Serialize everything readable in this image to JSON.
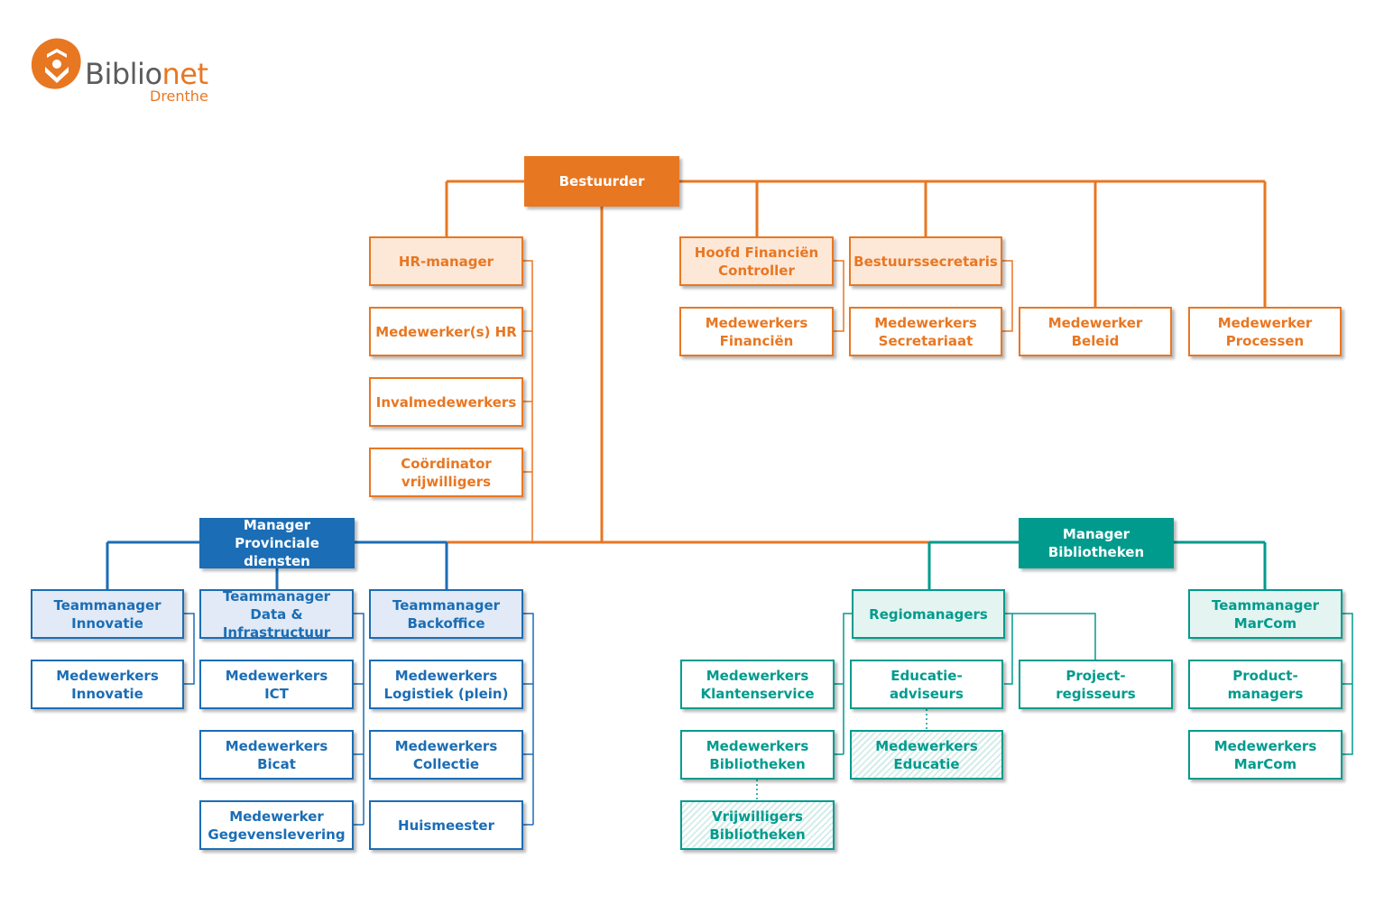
{
  "logo": {
    "name_part1": "Biblio",
    "name_part2": "net",
    "subtitle": "Drenthe"
  },
  "colors": {
    "orange": "#e87722",
    "blue": "#1b6db5",
    "teal": "#009b8d"
  },
  "nodes": {
    "bestuurder": "Bestuurder",
    "hr_manager": "HR-manager",
    "medewerkers_hr": "Medewerker(s) HR",
    "invalmedewerkers": "Invalmedewerkers",
    "coordinator_vrijwilligers": "Coördinator\nvrijwilligers",
    "hoofd_financien": "Hoofd Financiën\nController",
    "medewerkers_financien": "Medewerkers\nFinanciën",
    "bestuurssecretaris": "Bestuurssecretaris",
    "medewerkers_secretariaat": "Medewerkers\nSecretariaat",
    "medewerker_beleid": "Medewerker\nBeleid",
    "medewerker_processen": "Medewerker\nProcessen",
    "manager_provinciale": "Manager\nProvinciale diensten",
    "teammanager_innovatie": "Teammanager\nInnovatie",
    "medewerkers_innovatie": "Medewerkers\nInnovatie",
    "teammanager_data": "Teammanager\nData & Infrastructuur",
    "medewerkers_ict": "Medewerkers\nICT",
    "medewerkers_bicat": "Medewerkers\nBicat",
    "medewerker_gegevens": "Medewerker\nGegevenslevering",
    "teammanager_backoffice": "Teammanager\nBackoffice",
    "medewerkers_logistiek": "Medewerkers\nLogistiek (plein)",
    "medewerkers_collectie": "Medewerkers\nCollectie",
    "huismeester": "Huismeester",
    "manager_bibliotheken": "Manager\nBibliotheken",
    "regiomanagers": "Regiomanagers",
    "medewerkers_klantenservice": "Medewerkers\nKlantenservice",
    "medewerkers_bibliotheken": "Medewerkers\nBibliotheken",
    "vrijwilligers_bibliotheken": "Vrijwilligers\nBibliotheken",
    "educatie_adviseurs": "Educatie-\nadviseurs",
    "medewerkers_educatie": "Medewerkers\nEducatie",
    "project_regisseurs": "Project-\nregisseurs",
    "teammanager_marcom": "Teammanager\nMarCom",
    "product_managers": "Product-\nmanagers",
    "medewerkers_marcom": "Medewerkers\nMarCom"
  }
}
